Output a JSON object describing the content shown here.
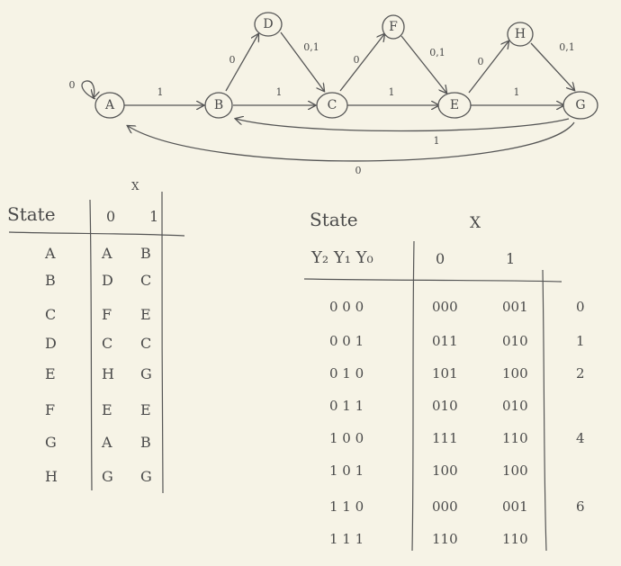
{
  "diagram": {
    "states": [
      "A",
      "B",
      "C",
      "D",
      "E",
      "F",
      "G",
      "H"
    ],
    "edges": [
      {
        "from": "A",
        "to": "A",
        "label": "0"
      },
      {
        "from": "A",
        "to": "B",
        "label": "1"
      },
      {
        "from": "B",
        "to": "D",
        "label": "0"
      },
      {
        "from": "D",
        "to": "C",
        "label": "0,1"
      },
      {
        "from": "B",
        "to": "C",
        "label": "1"
      },
      {
        "from": "C",
        "to": "F",
        "label": "0"
      },
      {
        "from": "F",
        "to": "E",
        "label": "0,1"
      },
      {
        "from": "C",
        "to": "E",
        "label": "1"
      },
      {
        "from": "E",
        "to": "H",
        "label": "0"
      },
      {
        "from": "H",
        "to": "G",
        "label": "0,1"
      },
      {
        "from": "E",
        "to": "G",
        "label": "1"
      },
      {
        "from": "G",
        "to": "B",
        "label": "1"
      },
      {
        "from": "G",
        "to": "A",
        "label": "0"
      }
    ]
  },
  "table1": {
    "header_state": "State",
    "header_x": "X",
    "col_labels": [
      "0",
      "1"
    ],
    "rows": [
      {
        "state": "A",
        "x0": "A",
        "x1": "B"
      },
      {
        "state": "B",
        "x0": "D",
        "x1": "C"
      },
      {
        "state": "C",
        "x0": "F",
        "x1": "E"
      },
      {
        "state": "D",
        "x0": "C",
        "x1": "C"
      },
      {
        "state": "E",
        "x0": "H",
        "x1": "G"
      },
      {
        "state": "F",
        "x0": "E",
        "x1": "E"
      },
      {
        "state": "G",
        "x0": "A",
        "x1": "B"
      },
      {
        "state": "H",
        "x0": "G",
        "x1": "G"
      }
    ]
  },
  "table2": {
    "header_state": "State",
    "header_bits": "Y₂ Y₁ Y₀",
    "header_x": "X",
    "col_labels": [
      "0",
      "1"
    ],
    "rows": [
      {
        "state": "0 0 0",
        "x0": "000",
        "x1": "001",
        "note": "0"
      },
      {
        "state": "0 0 1",
        "x0": "011",
        "x1": "010",
        "note": "1"
      },
      {
        "state": "0 1 0",
        "x0": "101",
        "x1": "100",
        "note": "2"
      },
      {
        "state": "0 1 1",
        "x0": "010",
        "x1": "010",
        "note": ""
      },
      {
        "state": "1 0 0",
        "x0": "111",
        "x1": "110",
        "note": "4"
      },
      {
        "state": "1 0 1",
        "x0": "100",
        "x1": "100",
        "note": ""
      },
      {
        "state": "1 1 0",
        "x0": "000",
        "x1": "001",
        "note": "6"
      },
      {
        "state": "1 1 1",
        "x0": "110",
        "x1": "110",
        "note": ""
      }
    ]
  }
}
